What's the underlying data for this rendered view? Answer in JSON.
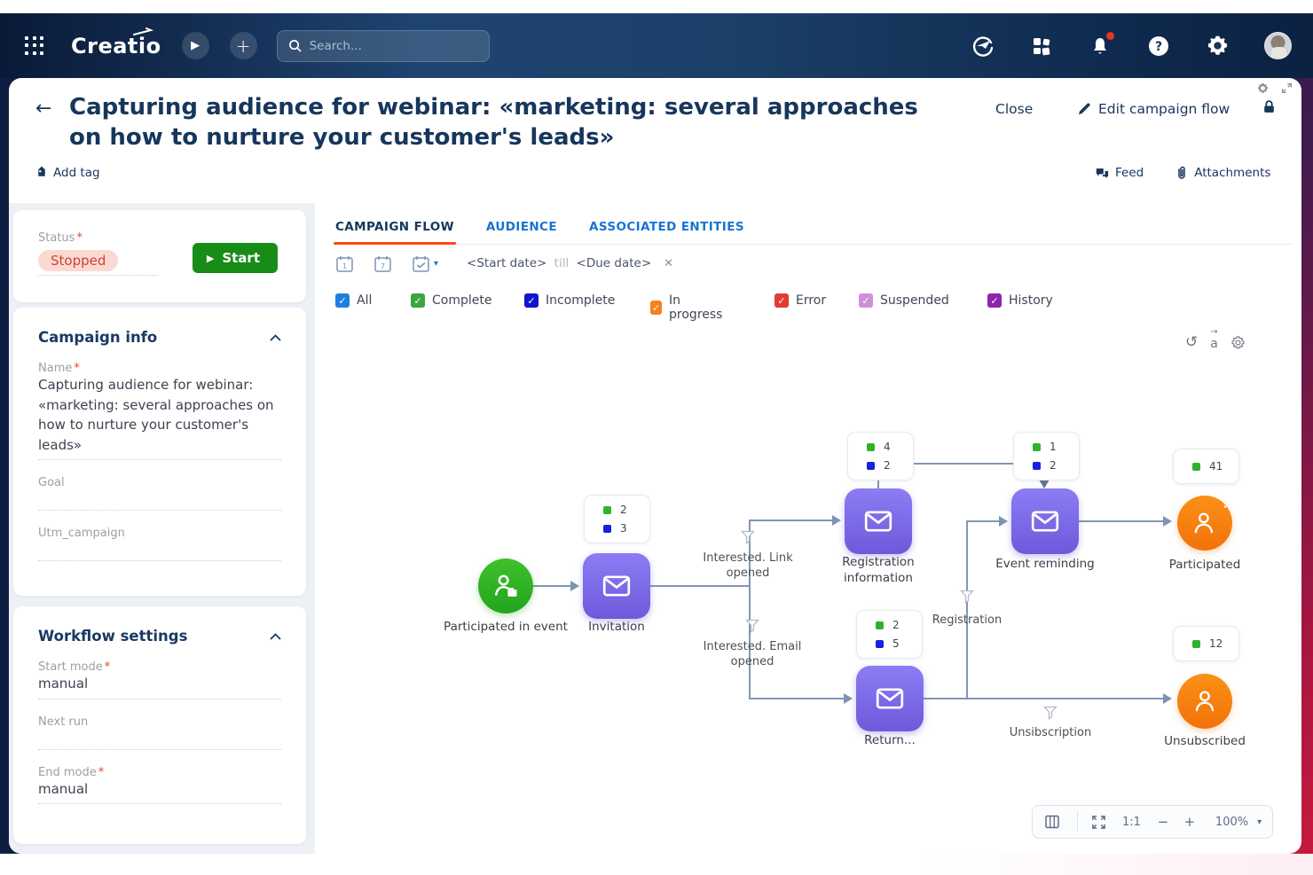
{
  "navbar": {
    "logo": "Creatio",
    "search_placeholder": "Search..."
  },
  "header": {
    "title": "Capturing audience for webinar: «marketing: several approaches on how to nurture your customer's leads»",
    "close_label": "Close",
    "edit_label": "Edit campaign flow",
    "add_tag_label": "Add tag",
    "feed_label": "Feed",
    "attachments_label": "Attachments"
  },
  "sidebar": {
    "status": {
      "label": "Status",
      "value": "Stopped",
      "value_bg": "#fbd9d3",
      "value_fg": "#d4402c",
      "start_label": "Start",
      "start_color": "#178c17"
    },
    "campaign_info": {
      "heading": "Campaign info",
      "name_label": "Name",
      "name_value": "Capturing audience for webinar: «marketing: several approaches on how to nurture your customer's leads»",
      "goal_label": "Goal",
      "utm_label": "Utm_campaign"
    },
    "workflow": {
      "heading": "Workflow settings",
      "start_mode_label": "Start mode",
      "start_mode_value": "manual",
      "next_run_label": "Next run",
      "end_mode_label": "End mode",
      "end_mode_value": "manual"
    }
  },
  "tabs": [
    {
      "label": "CAMPAIGN FLOW",
      "active": true
    },
    {
      "label": "AUDIENCE",
      "active": false
    },
    {
      "label": "ASSOCIATED ENTITIES",
      "active": false
    }
  ],
  "date_filter": {
    "start": "<Start date>",
    "till": "till",
    "due": "<Due date>"
  },
  "legend": [
    {
      "label": "All",
      "color": "#1f7fe0"
    },
    {
      "label": "Complete",
      "color": "#3aa63f"
    },
    {
      "label": "Incomplete",
      "color": "#1414cc"
    },
    {
      "label": "In progress",
      "color": "#f58220"
    },
    {
      "label": "Error",
      "color": "#e23b33"
    },
    {
      "label": "Suspended",
      "color": "#cf8fdb"
    },
    {
      "label": "History",
      "color": "#8e24aa"
    }
  ],
  "flow": {
    "accent_colors": {
      "email_node": "#7c67e8",
      "start_node": "#2eb42a",
      "exit_node": "#f67d0d",
      "connector": "#8296b5"
    },
    "badge_colors": {
      "complete": "#2cb52c",
      "incomplete": "#1721de"
    },
    "nodes": [
      {
        "id": "participated-in-event",
        "label": "Participated in event"
      },
      {
        "id": "invitation",
        "label": "Invitation",
        "badge": [
          {
            "color": "#2cb52c",
            "value": "2"
          },
          {
            "color": "#1721de",
            "value": "3"
          }
        ]
      },
      {
        "id": "registration-information",
        "label": "Registration information",
        "badge": [
          {
            "color": "#2cb52c",
            "value": "4"
          },
          {
            "color": "#1721de",
            "value": "2"
          }
        ]
      },
      {
        "id": "event-reminding",
        "label": "Event reminding",
        "badge": [
          {
            "color": "#2cb52c",
            "value": "1"
          },
          {
            "color": "#1721de",
            "value": "2"
          }
        ]
      },
      {
        "id": "participated",
        "label": "Participated",
        "badge": [
          {
            "color": "#2cb52c",
            "value": "41"
          }
        ]
      },
      {
        "id": "return",
        "label": "Return...",
        "badge": [
          {
            "color": "#2cb52c",
            "value": "2"
          },
          {
            "color": "#1721de",
            "value": "5"
          }
        ]
      },
      {
        "id": "unsubscribed",
        "label": "Unsubscribed",
        "badge": [
          {
            "color": "#2cb52c",
            "value": "12"
          }
        ]
      }
    ],
    "connector_labels": [
      {
        "label": "Interested. Link opened"
      },
      {
        "label": "Interested. Email opened"
      },
      {
        "label": "Registration"
      },
      {
        "label": "Unsibscription"
      }
    ]
  },
  "canvas_toolbar": {
    "ratio": "1:1",
    "zoom": "100%"
  },
  "icons": {
    "back": "←",
    "play": "▶",
    "caret_down": "▾",
    "close_x": "✕",
    "check": "✓",
    "minus": "−",
    "plus": "+",
    "undo": "↺",
    "chevron_up_note": "chevron-up",
    "a_arrow": "a"
  }
}
